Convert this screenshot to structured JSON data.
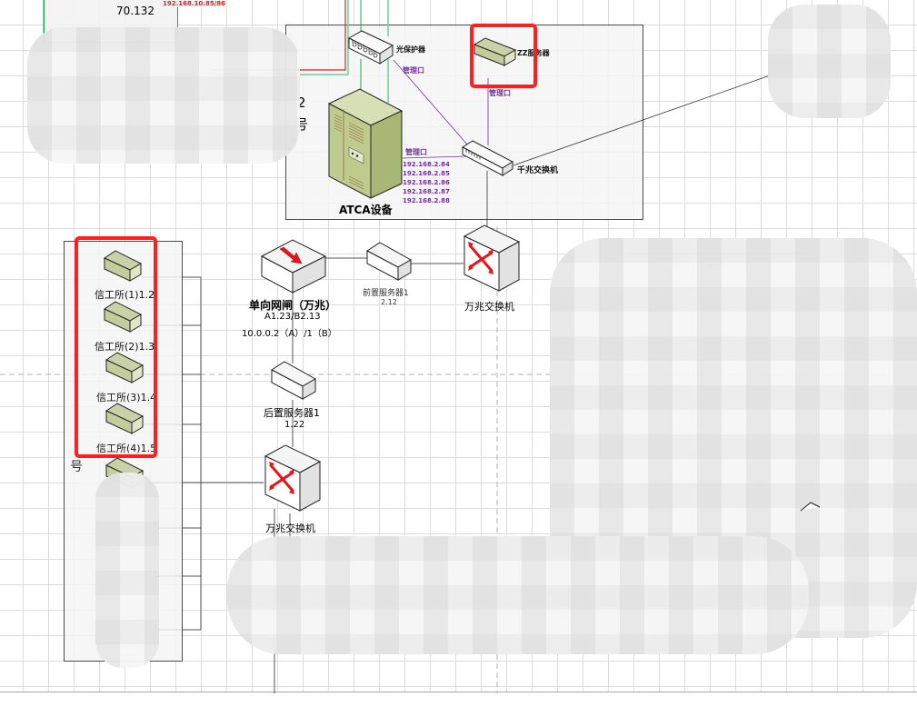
{
  "diagram": {
    "type": "network-topology",
    "top_left_box": {
      "value_text": "70.132",
      "ip_label": "192.168.10.85/86"
    },
    "group_2": {
      "label_line1": "2",
      "label_line2": "号",
      "devices": {
        "optical_protector": {
          "label": "光保护器",
          "mgmt_label": "管理口"
        },
        "zz_server": {
          "label": "ZZ服务器",
          "mgmt_label": "管理口"
        },
        "atca": {
          "label": "ATCA设备",
          "mgmt_label": "管理口",
          "ips": [
            "192.168.2.84",
            "192.168.2.85",
            "192.168.2.86",
            "192.168.2.87",
            "192.168.2.88"
          ]
        },
        "gigabit_switch": {
          "label": "千兆交换机"
        }
      }
    },
    "middle_row": {
      "one_way_gateway": {
        "label": "单向网闸（万兆）",
        "line2": "A1.23/B2.13",
        "line3": "10.0.0.2（A）/1（B）"
      },
      "front_server": {
        "label": "前置服务器1",
        "ip": "2.12"
      },
      "ten_gig_switch_top": {
        "label": "万兆交换机"
      }
    },
    "left_group": {
      "label_line2": "号",
      "devices": [
        {
          "label": "信工所(1)1.2"
        },
        {
          "label": "信工所(2)1.3"
        },
        {
          "label": "信工所(3)1.4"
        },
        {
          "label": "信工所(4)1.5"
        }
      ]
    },
    "rear_server": {
      "label": "后置服务器1",
      "ip": "1.22"
    },
    "ten_gig_switch_bottom": {
      "label": "万兆交换机"
    },
    "colors": {
      "highlight": "#ff1f1f",
      "mgmt_line": "#7030a0",
      "green_line": "#1faa4a",
      "red_line": "#e02020",
      "device_body": "#c9d2a6",
      "switch_arrow": "#e8141c"
    }
  }
}
